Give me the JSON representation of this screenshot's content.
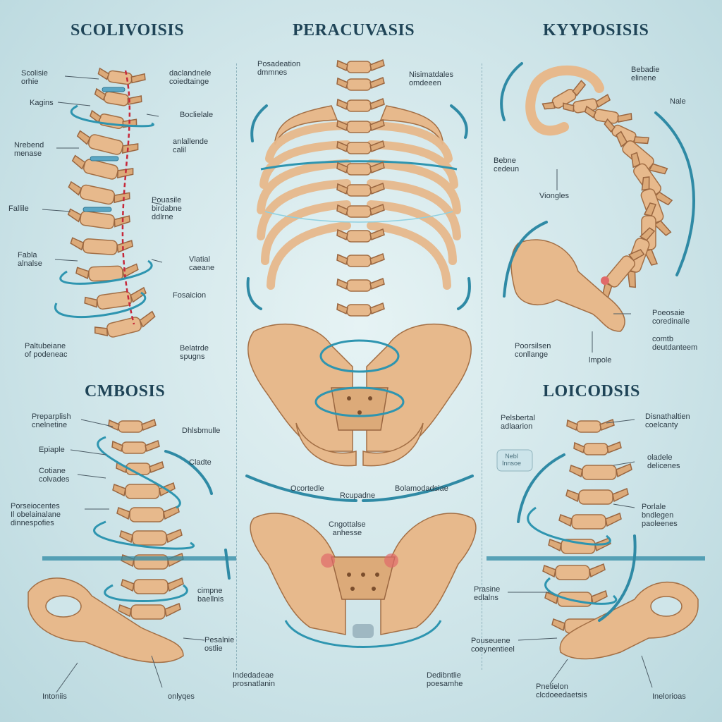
{
  "titles": {
    "top_left": "SCOLIVOISIS",
    "top_center": "PERACUVASIS",
    "top_right": "KYYPOSISIS",
    "bottom_left": "CMBOSIS",
    "bottom_right": "LOICODSIS"
  },
  "labels": {
    "tl": [
      "Scolisie\norhie",
      "Kagins",
      "Nrebend\nmenase",
      "Fallile",
      "Fabla\nalnalse",
      "Paltubeiane\nof podeneac"
    ],
    "tl_right": [
      "daclandnele\ncoiedtainge",
      "Boclielale",
      "anlallende\ncalil",
      "Pouasile\nbirdabne\nddlrne",
      "Vlatial\ncaeane",
      "Fosaicion",
      "Belatrde\nspugns"
    ],
    "tc": [
      "Posadeation\ndmmnes",
      "Nisimatdales\nomdeeen"
    ],
    "tr": [
      "Bebadie\nelinene",
      "Nale",
      "Bebne\ncedeun",
      "Viongles",
      "Poeosaie\ncoredinalle",
      "Poorsilsen\nconllange",
      "lmpole",
      "comtb\ndeutdanteem"
    ],
    "bl": [
      "Preparplish\ncnelnetine",
      "Epiaple",
      "Cotiane\ncolvades",
      "Porseiocentes\nIl obelainalane\ndinnespofies",
      "Pesalnie\nostlie",
      "Intoniis"
    ],
    "bl_mid": [
      "Dhlsbmulle",
      "Cladte",
      "cimpne\nbaellnis",
      "onlyqes"
    ],
    "bc": [
      "Ocortedle",
      "Rcupadne",
      "Bolamodadsiae",
      "Cngottalse\nanhesse",
      "Indedadeae\nprosnatlanin",
      "Dedibntlie\npoesamhe"
    ],
    "br": [
      "Pelsbertal\nadlaarion",
      "Disnathaltien\ncoelcanty",
      "oladele\ndelicenes",
      "Porlale\nbndlegen\npaoleenes",
      "Prasine\nedlalns",
      "Pouseuene\ncoeynentieel",
      "Pnetielon\nclcdoeedaetsis",
      "Inelorioas"
    ],
    "br_badge": "Nebl\nInnsoe"
  },
  "colors": {
    "title": "#1f4457",
    "bone": "#e7b98c",
    "disc": "#5aa6c4",
    "accent": "#2f8aa5",
    "inflammation": "#c6283a"
  }
}
